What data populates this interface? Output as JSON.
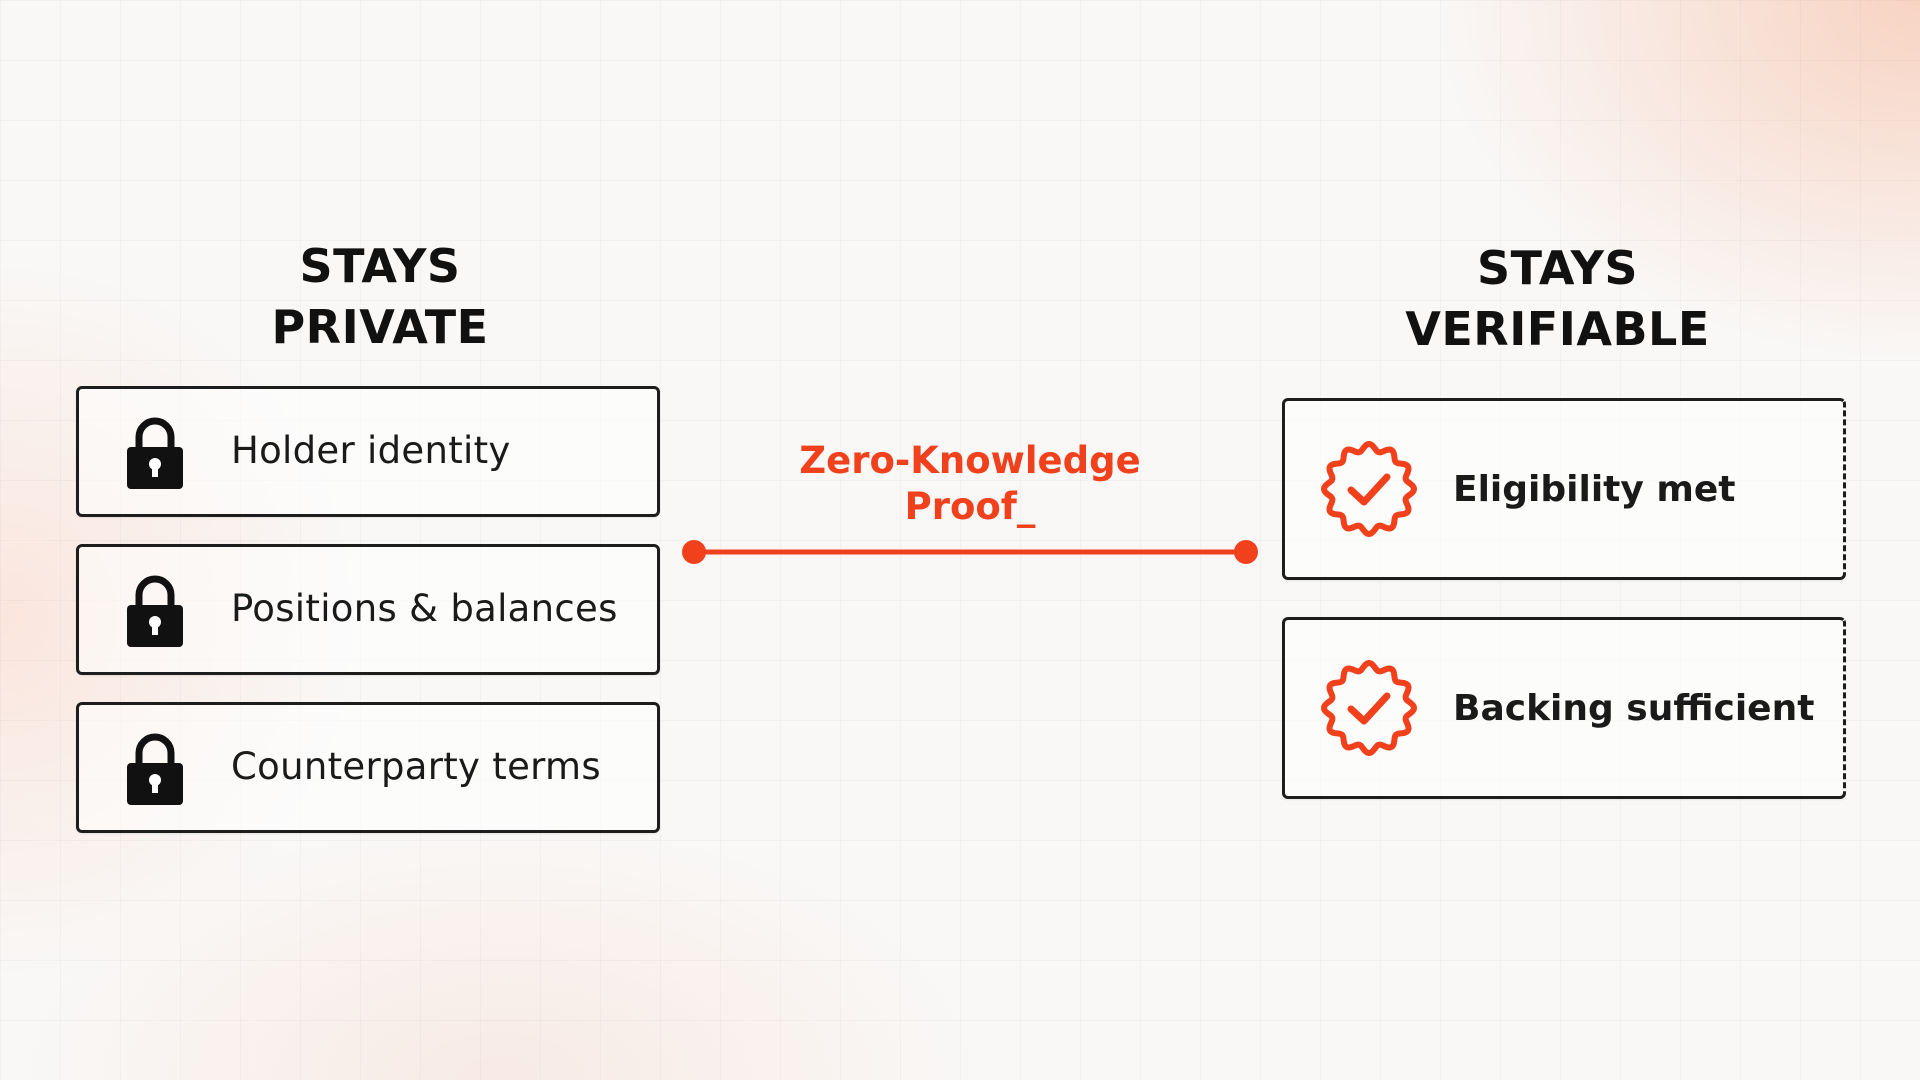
{
  "colors": {
    "accent": "#f0401c",
    "ink": "#1a1a1a"
  },
  "private_column": {
    "title_line1": "STAYS",
    "title_line2": "PRIVATE",
    "items": [
      {
        "label": "Holder identity",
        "icon": "lock-icon"
      },
      {
        "label": "Positions & balances",
        "icon": "lock-icon"
      },
      {
        "label": "Counterparty terms",
        "icon": "lock-icon"
      }
    ]
  },
  "connector": {
    "label_line1": "Zero-Knowledge",
    "label_line2": "Proof_"
  },
  "verifiable_column": {
    "title_line1": "STAYS",
    "title_line2": "VERIFIABLE",
    "items": [
      {
        "label": "Eligibility met",
        "icon": "verified-badge-icon"
      },
      {
        "label": "Backing sufficient",
        "icon": "verified-badge-icon"
      }
    ]
  }
}
